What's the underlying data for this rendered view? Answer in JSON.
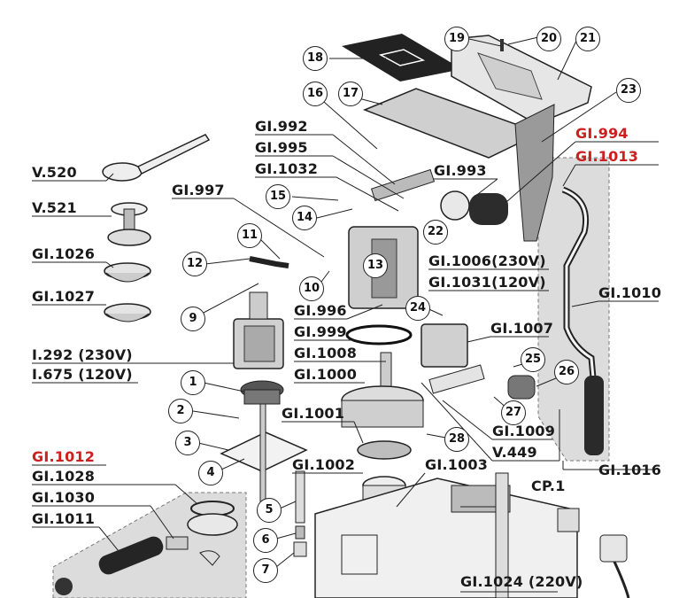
{
  "colors": {
    "ink": "#1a1a1a",
    "highlight": "#cc1f1f",
    "shade": "#d9d9d9"
  },
  "codes": {
    "v520": "V.520",
    "v521": "V.521",
    "gl1026": "GI.1026",
    "gl1027": "GI.1027",
    "i292": "I.292 (230V)",
    "i675": "I.675 (120V)",
    "gl1012": "GI.1012",
    "gl1028": "GI.1028",
    "gl1030": "GI.1030",
    "gl1011": "GI.1011",
    "gl997": "GI.997",
    "gl992": "GI.992",
    "gl995": "GI.995",
    "gl1032": "GI.1032",
    "gl993": "GI.993",
    "gl994": "GI.994",
    "gl1013": "GI.1013",
    "gl1006": "GI.1006(230V)",
    "gl1031": "GI.1031(120V)",
    "gl1010": "GI.1010",
    "gl996": "GI.996",
    "gl999": "GI.999",
    "gl1008": "GI.1008",
    "gl1000": "GI.1000",
    "gl1007": "GI.1007",
    "gl1001": "GI.1001",
    "gl1009": "GI.1009",
    "v449": "V.449",
    "gl1002": "GI.1002",
    "gl1003": "GI.1003",
    "cp1": "CP.1",
    "gl1016": "GI.1016",
    "gl1024": "GI.1024 (220V)"
  },
  "callouts": {
    "n1": "1",
    "n2": "2",
    "n3": "3",
    "n4": "4",
    "n5": "5",
    "n6": "6",
    "n7": "7",
    "n9": "9",
    "n10": "10",
    "n11": "11",
    "n12": "12",
    "n13": "13",
    "n14": "14",
    "n15": "15",
    "n16": "16",
    "n17": "17",
    "n18": "18",
    "n19": "19",
    "n20": "20",
    "n21": "21",
    "n22": "22",
    "n23": "23",
    "n24": "24",
    "n25": "25",
    "n26": "26",
    "n27": "27",
    "n28": "28"
  }
}
